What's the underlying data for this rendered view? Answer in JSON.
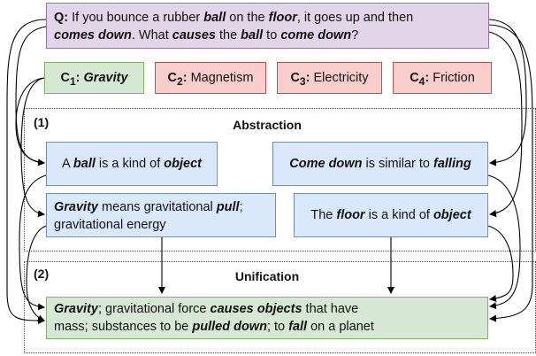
{
  "question": {
    "label": "Q:",
    "t1": " If you bounce a rubber ",
    "w1": "ball",
    "t2": " on the ",
    "w2": "floor",
    "t3": ", it goes up and then",
    "w3": "comes down",
    "t4": ". What ",
    "w4": "causes",
    "t5": " the ",
    "w5": "ball",
    "t6": " to ",
    "w6": "come down",
    "t7": "?"
  },
  "choices": [
    {
      "prefix": "C",
      "sub": "1",
      "sep": ": ",
      "text": "Gravity"
    },
    {
      "prefix": "C",
      "sub": "2",
      "sep": ": ",
      "text": "Magnetism"
    },
    {
      "prefix": "C",
      "sub": "3",
      "sep": ": ",
      "text": "Electricity"
    },
    {
      "prefix": "C",
      "sub": "4",
      "sep": ": ",
      "text": "Friction"
    }
  ],
  "sections": {
    "abstraction": {
      "num": "(1)",
      "title": "Abstraction"
    },
    "unification": {
      "num": "(2)",
      "title": "Unification"
    }
  },
  "facts": {
    "f1": {
      "t1": "A ",
      "w1": "ball",
      "t2": " is a kind of ",
      "w2": "object"
    },
    "f2": {
      "w1": "Come down",
      "t1": " is similar to ",
      "w2": "falling"
    },
    "f3": {
      "w1": "Gravity",
      "t1": " means gravitational ",
      "w2": "pull",
      "t2": ";",
      "t3": "gravitational energy"
    },
    "f4": {
      "t1": "The ",
      "w1": "floor",
      "t2": " is a kind of ",
      "w2": "object"
    }
  },
  "unified": {
    "w1": "Gravity",
    "t1": "; gravitational force ",
    "w2": "causes objects",
    "t2": " that have",
    "t3": "mass; substances to be ",
    "w3": "pulled down",
    "t4": "; to ",
    "w4": "fall",
    "t5": " on a planet"
  }
}
